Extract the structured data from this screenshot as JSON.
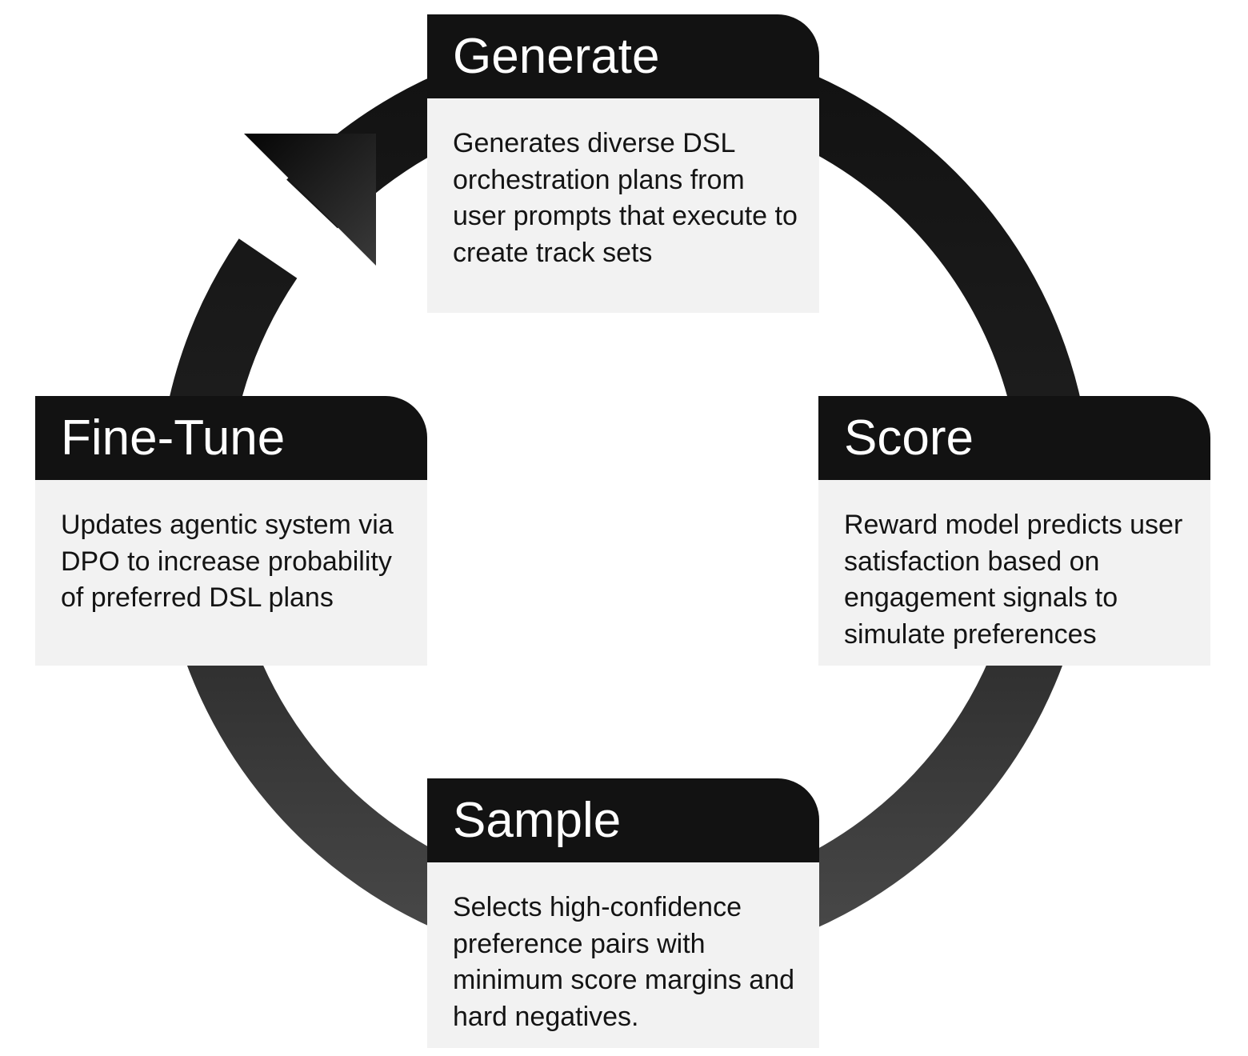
{
  "colors": {
    "header_bg": "#121212",
    "header_text": "#ffffff",
    "body_bg": "#f2f2f2",
    "body_text": "#141414",
    "ring_dark": "#121212",
    "ring_light": "#484848"
  },
  "stages": {
    "generate": {
      "title": "Generate",
      "description": "Generates diverse DSL orchestration plans from user prompts that execute to create track sets"
    },
    "score": {
      "title": "Score",
      "description": "Reward model predicts user satisfaction based on engagement signals to simulate preferences"
    },
    "sample": {
      "title": "Sample",
      "description": "Selects high-confidence preference pairs with minimum score margins and hard negatives."
    },
    "finetune": {
      "title": "Fine-Tune",
      "description": "Updates agentic system via DPO to increase probability of preferred DSL plans"
    }
  },
  "arrow_icon": "arrow-head-icon"
}
